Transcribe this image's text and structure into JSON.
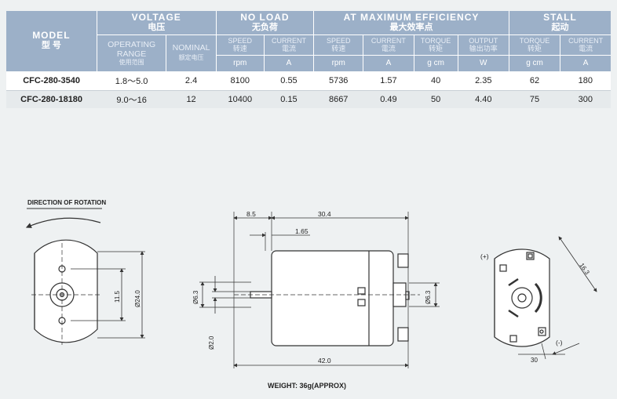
{
  "table": {
    "model_en": "MODEL",
    "model_cn": "型  号",
    "groups": [
      {
        "en": "VOLTAGE",
        "cn": "电压"
      },
      {
        "en": "NO LOAD",
        "cn": "无负荷"
      },
      {
        "en": "AT MAXIMUM EFFICIENCY",
        "cn": "最大效率点"
      },
      {
        "en": "STALL",
        "cn": "起动"
      }
    ],
    "operating_en": "OPERATING",
    "operating_en2": "RANGE",
    "operating_cn": "使用范围",
    "nominal_en": "NOMINAL",
    "nominal_cn": "额定电压",
    "subcols": [
      {
        "en": "SPEED",
        "cn": "转速",
        "unit": "rpm"
      },
      {
        "en": "CURRENT",
        "cn": "電流",
        "unit": "A"
      },
      {
        "en": "SPEED",
        "cn": "转速",
        "unit": "rpm"
      },
      {
        "en": "CURRENT",
        "cn": "電流",
        "unit": "A"
      },
      {
        "en": "TORQUE",
        "cn": "转矩",
        "unit": "g cm"
      },
      {
        "en": "OUTPUT",
        "cn": "输出功率",
        "unit": "W"
      },
      {
        "en": "TORQUE",
        "cn": "转矩",
        "unit": "g cm"
      },
      {
        "en": "CURRENT",
        "cn": "電流",
        "unit": "A"
      }
    ],
    "rows": [
      [
        "CFC-280-3540",
        "1.8～5.0",
        "2.4",
        "8100",
        "0.55",
        "5736",
        "1.57",
        "40",
        "2.35",
        "62",
        "180"
      ],
      [
        "CFC-280-18180",
        "9.0～16",
        "12",
        "10400",
        "0.15",
        "8667",
        "0.49",
        "50",
        "4.40",
        "75",
        "300"
      ]
    ]
  },
  "drawing": {
    "rotation_label": "DIRECTION OF ROTATION",
    "dims": {
      "d11_5": "11.5",
      "d24": "Ø24.0",
      "d8_5": "8.5",
      "d30_4": "30.4",
      "d1_65": "1.65",
      "d6_3_left": "Ø6.3",
      "d2": "Ø2.0",
      "d6_3_right": "Ø6.3",
      "d42": "42.0",
      "d16_3": "16.3",
      "d30": "30",
      "plus": "(+)",
      "minus": "(-)"
    },
    "weight": "WEIGHT: 36g(APPROX)"
  }
}
